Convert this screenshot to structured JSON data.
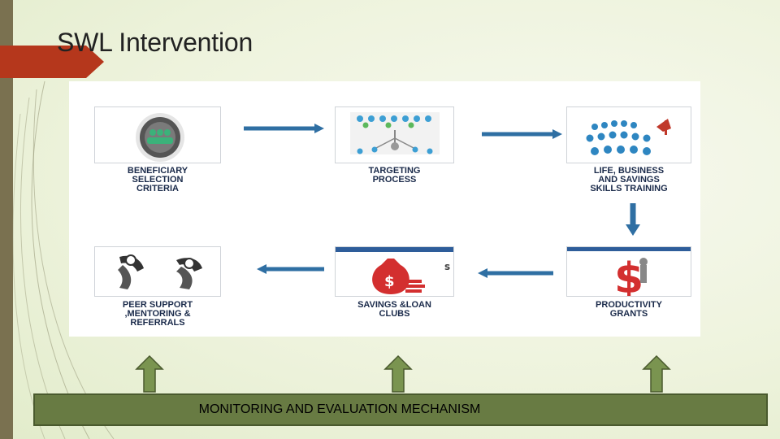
{
  "slide": {
    "title": "SWL Intervention"
  },
  "flow": {
    "nodes": [
      {
        "id": "beneficiary",
        "label": "BENEFICIARY\nSELECTION\nCRITERIA",
        "icon": "people-circle-icon"
      },
      {
        "id": "targeting",
        "label": "TARGETING\nPROCESS",
        "icon": "people-tree-icon"
      },
      {
        "id": "training",
        "label": "LIFE, BUSINESS\nAND SAVINGS\nSKILLS TRAINING",
        "icon": "crowd-icon"
      },
      {
        "id": "grants",
        "label": "PRODUCTIVITY\nGRANTS",
        "icon": "dollar-sign-icon"
      },
      {
        "id": "savings",
        "label": "SAVINGS &LOAN\nCLUBS",
        "icon": "money-bag-icon"
      },
      {
        "id": "peer",
        "label": "PEER SUPPORT\n,MENTORING &\nREFERRALS",
        "icon": "handshake-icon"
      }
    ]
  },
  "monitoring": {
    "label": "MONITORING AND EVALUATION  MECHANISM"
  },
  "colors": {
    "accent_red": "#b5371c",
    "arrow_blue": "#2f6fa3",
    "green_box": "#687b43",
    "green_arrow": "#7a9450"
  }
}
